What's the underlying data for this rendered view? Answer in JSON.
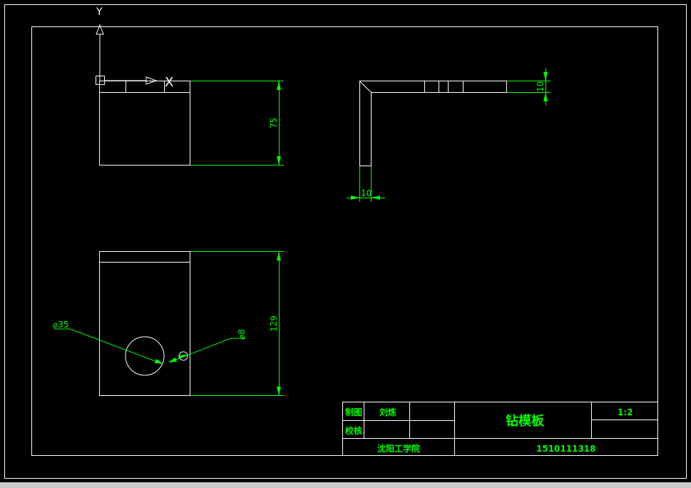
{
  "ucs": {
    "y_label": "Y",
    "x_label": "X"
  },
  "dimensions": {
    "top_height": "75",
    "bottom_height": "129",
    "big_diameter": "⌀35",
    "small_diameter": "⌀8",
    "side_thickness_h": "10",
    "side_thickness_v": "10"
  },
  "title_block": {
    "drawn_label": "制图",
    "drawn_name": "刘炼",
    "checked_label": "校核",
    "part_name": "钻模板",
    "scale": "1:2",
    "school": "沈阳工学院",
    "student_id": "1510111318"
  },
  "colors": {
    "background": "#000000",
    "geometry": "#ffffff",
    "annotation": "#00ff00"
  }
}
